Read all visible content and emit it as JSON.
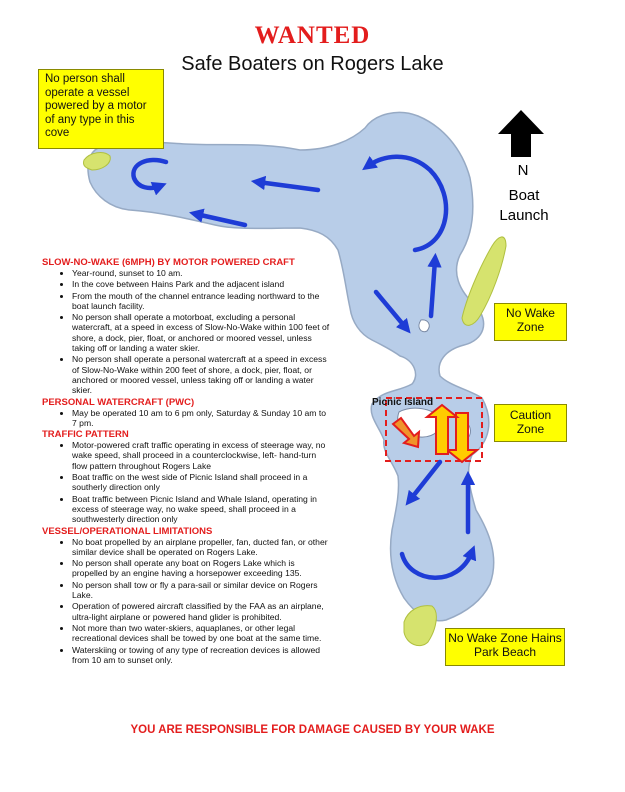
{
  "header": {
    "title": "WANTED",
    "subtitle": "Safe Boaters on Rogers Lake"
  },
  "map": {
    "cove_note": "No person shall operate a vessel powered by a motor of any type in this cove",
    "north_label": "N",
    "boat_launch_label": "Boat Launch",
    "no_wake_zone_label": "No Wake Zone",
    "caution_zone_label": "Caution Zone",
    "hains_label": "No Wake Zone Hains Park Beach",
    "picnic_island_label": "Picnic Island",
    "colors": {
      "lake": "#b8cde8",
      "arrow": "#1e3cd6",
      "highlight": "#ffff00",
      "caution_outline": "#e31d1d"
    }
  },
  "rules": {
    "sections": [
      {
        "heading": "SLOW-NO-WAKE (6MPH) BY MOTOR POWERED CRAFT",
        "items": [
          "Year-round, sunset to 10 am.",
          "In the cove between Hains Park and the adjacent island",
          "From the mouth of the channel entrance leading northward to the boat launch facility.",
          "No person shall operate a motorboat, excluding a personal watercraft, at a speed in excess of Slow-No-Wake within 100 feet of shore, a dock, pier, float, or anchored or moored vessel, unless taking off or landing a water skier.",
          "No person shall operate a personal watercraft at a speed in excess of Slow-No-Wake within 200 feet of shore, a dock, pier, float, or anchored or moored vessel, unless taking off or landing a water skier."
        ]
      },
      {
        "heading": "PERSONAL WATERCRAFT (PWC)",
        "items": [
          "May be operated 10 am to 6 pm only, Saturday & Sunday 10 am to 7 pm."
        ]
      },
      {
        "heading": "TRAFFIC PATTERN",
        "items": [
          "Motor-powered craft traffic operating in excess of steerage way, no wake speed, shall proceed in a counterclockwise, left- hand-turn flow pattern throughout Rogers Lake",
          "Boat traffic on the west side of Picnic Island shall proceed in a southerly direction only",
          "Boat traffic between Picnic Island and Whale Island, operating in excess of steerage way, no wake speed, shall proceed in a southwesterly direction only"
        ]
      },
      {
        "heading": "VESSEL/OPERATIONAL LIMITATIONS",
        "items": [
          "No boat propelled by an airplane propeller, fan, ducted fan, or other similar device shall be operated on Rogers Lake.",
          "No person shall operate any boat on Rogers Lake which is propelled by an engine having a horsepower exceeding 135.",
          "No person shall tow or fly a para-sail or similar device on Rogers Lake.",
          "Operation of powered aircraft classified by the FAA as an airplane, ultra-light airplane or powered hand glider is prohibited.",
          "Not more than two water-skiers, aquaplanes, or other legal recreational devices shall be towed by one boat at the same time.",
          "Waterskiing or towing of any type of recreation devices is allowed from 10 am to sunset only."
        ]
      }
    ]
  },
  "footer": {
    "text": "YOU ARE RESPONSIBLE FOR DAMAGE CAUSED BY YOUR WAKE"
  }
}
